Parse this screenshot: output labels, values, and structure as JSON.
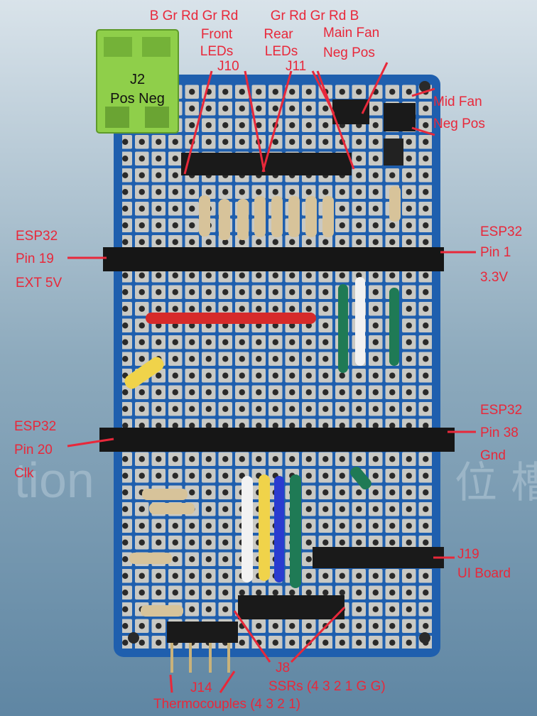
{
  "colors": {
    "label": "#e8283a",
    "pcb_blue": "#1f5fae",
    "terminal_green": "#8fcf4a",
    "background": "#7e9fb6"
  },
  "labels": {
    "front_colors": "B Gr Rd Gr Rd",
    "front_title_1": "Front",
    "front_title_2": "LEDs",
    "j10": "J10",
    "rear_colors": "Gr Rd Gr Rd B",
    "rear_title_1": "Rear",
    "rear_title_2": "LEDs",
    "j11": "J11",
    "main_fan_1": "Main Fan",
    "main_fan_2": "Neg  Pos",
    "mid_fan_1": "Mid Fan",
    "mid_fan_2": "Neg  Pos",
    "j2_title": "J2",
    "j2_pins": "Pos  Neg",
    "esp_left_top_1": "ESP32",
    "esp_left_top_2": "Pin 19",
    "esp_left_top_3": "EXT 5V",
    "esp_right_top_1": "ESP32",
    "esp_right_top_2": "Pin 1",
    "esp_right_top_3": "3.3V",
    "esp_left_bot_1": "ESP32",
    "esp_left_bot_2": "Pin 20",
    "esp_left_bot_3": "Clk",
    "esp_right_bot_1": "ESP32",
    "esp_right_bot_2": "Pin 38",
    "esp_right_bot_3": "Gnd",
    "j19": "J19",
    "ui_board": "UI Board",
    "j14": "J14",
    "j8": "J8",
    "ssrs": "SSRs (4 3 2 1 G G)",
    "thermocouples": "Thermocouples (4 3 2 1)"
  }
}
